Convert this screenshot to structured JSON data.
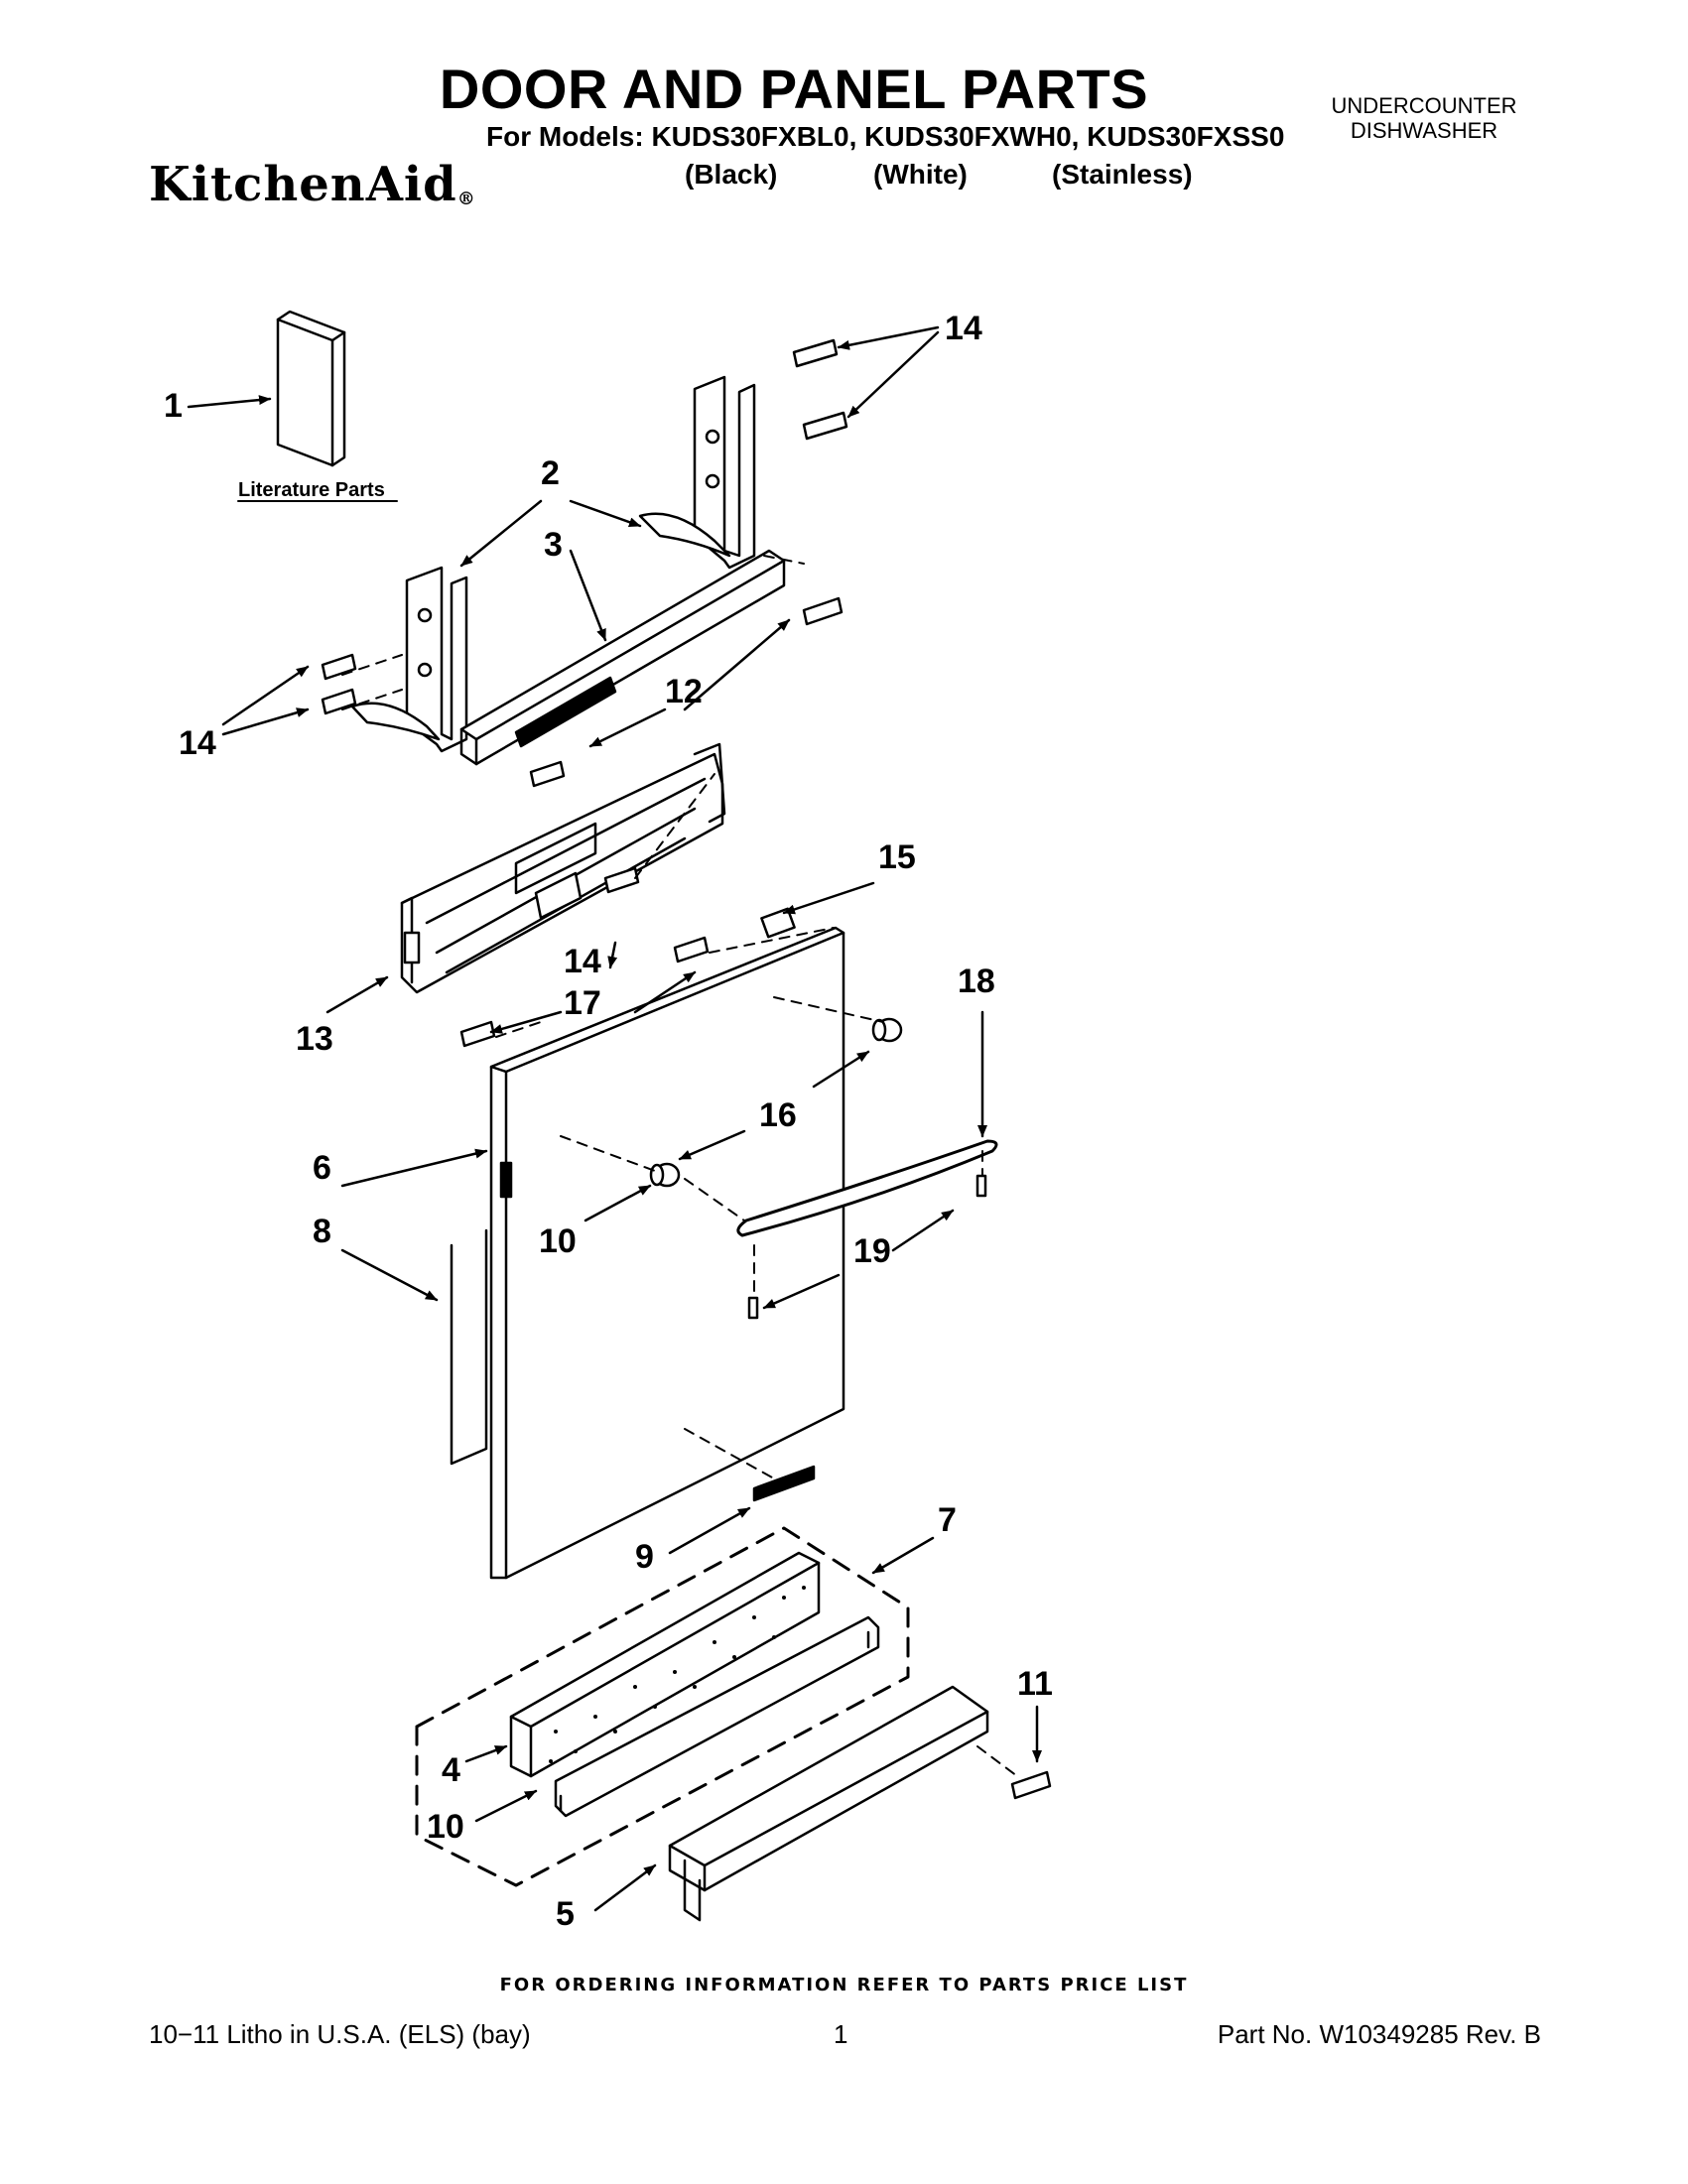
{
  "header": {
    "title": "DOOR AND PANEL PARTS",
    "models_line": "For Models: KUDS30FXBL0, KUDS30FXWH0, KUDS30FXSS0",
    "brand": "KitchenAid",
    "brand_mark": "®",
    "colors": [
      "(Black)",
      "(White)",
      "(Stainless)"
    ],
    "product_line1": "UNDERCOUNTER",
    "product_line2": "DISHWASHER"
  },
  "diagram": {
    "literature_caption": "Literature Parts",
    "callouts": [
      "1",
      "14",
      "2",
      "3",
      "14",
      "12",
      "15",
      "14",
      "13",
      "17",
      "18",
      "6",
      "16",
      "10",
      "8",
      "19",
      "9",
      "7",
      "4",
      "11",
      "10",
      "5"
    ]
  },
  "footer": {
    "order_note": "FOR ORDERING INFORMATION REFER TO PARTS PRICE LIST",
    "litho": "10−11 Litho in U.S.A. (ELS) (bay)",
    "page": "1",
    "part_no": "Part No. W10349285 Rev. B"
  }
}
